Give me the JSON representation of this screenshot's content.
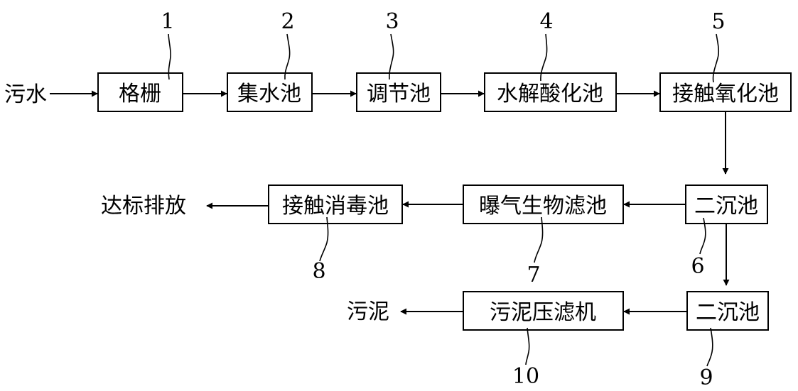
{
  "diagram": {
    "inputs": {
      "sewage": "污水"
    },
    "boxes": {
      "grille": "格栅",
      "collection_tank": "集水池",
      "regulating_tank": "调节池",
      "hydrolysis_tank": "水解酸化池",
      "contact_oxidation_tank": "接触氧化池",
      "secondary_settling_tank_6": "二沉池",
      "biofilter": "曝气生物滤池",
      "disinfection_tank": "接触消毒池",
      "secondary_settling_tank_9": "二沉池",
      "sludge_filter_press": "污泥压滤机"
    },
    "outputs": {
      "discharge": "达标排放",
      "sludge": "污泥"
    },
    "callouts": {
      "n1": "1",
      "n2": "2",
      "n3": "3",
      "n4": "4",
      "n5": "5",
      "n6": "6",
      "n7": "7",
      "n8": "8",
      "n9": "9",
      "n10": "10"
    }
  }
}
